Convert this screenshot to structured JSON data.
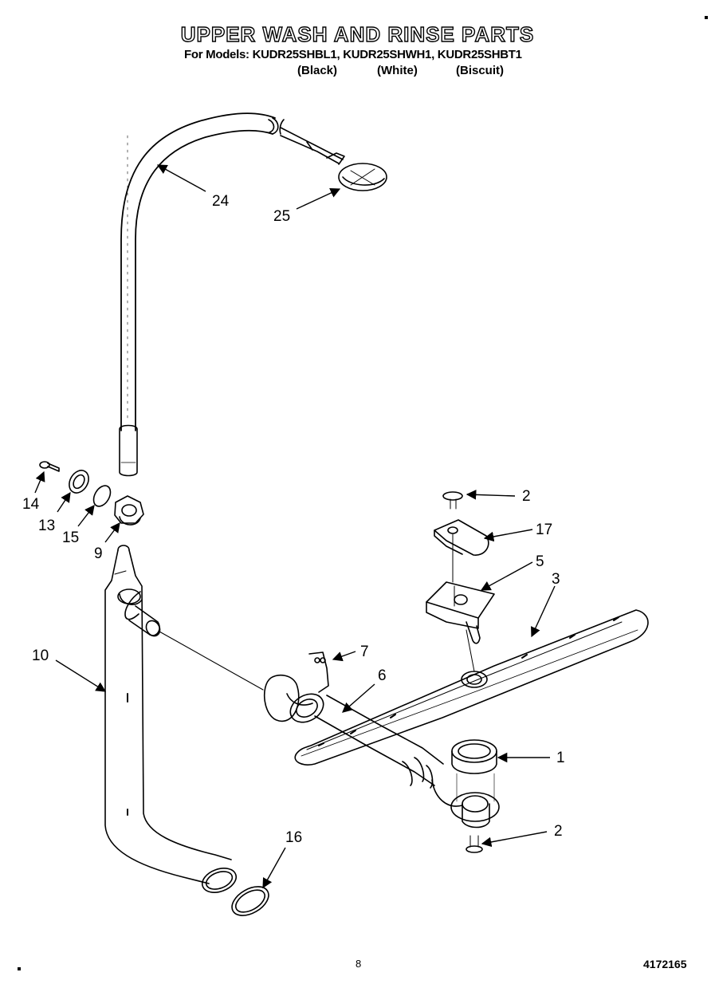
{
  "header": {
    "title": "UPPER WASH AND RINSE PARTS",
    "models_line": "For Models: KUDR25SHBL1, KUDR25SHWH1, KUDR25SHBT1",
    "variants": [
      "(Black)",
      "(White)",
      "(Biscuit)"
    ]
  },
  "callouts": [
    "24",
    "25",
    "14",
    "13",
    "15",
    "9",
    "10",
    "2",
    "17",
    "5",
    "3",
    "7",
    "6",
    "1",
    "2",
    "16"
  ],
  "footer": {
    "page_number": "8",
    "document_number": "4172165"
  }
}
